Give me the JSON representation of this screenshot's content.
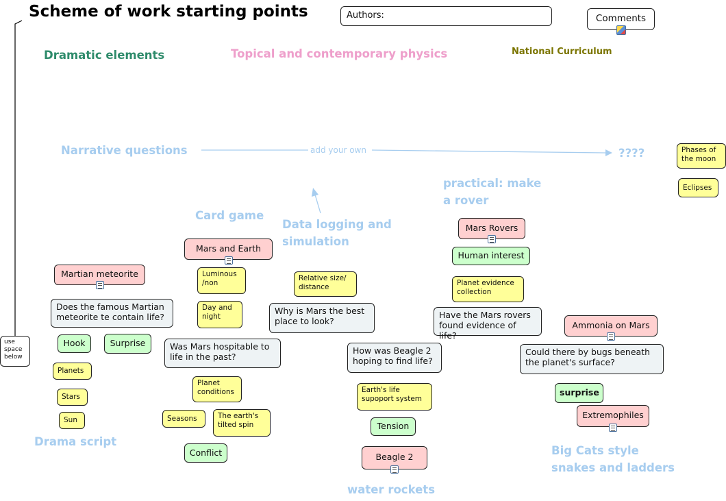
{
  "title": "Scheme of work starting points",
  "authors_label": "Authors:",
  "comments_label": "Comments",
  "side_note": "use space below",
  "headings": {
    "dramatic": "Dramatic elements",
    "topical": "Topical and contemporary physics",
    "national": "National Curriculum",
    "narrative": "Narrative questions",
    "unknown": "????",
    "card_game": "Card game",
    "data_logging_1": "Data logging and",
    "data_logging_2": "simulation",
    "practical_1": "practical: make",
    "practical_2": "a rover",
    "drama_script": "Drama script",
    "water_rockets": "water rockets",
    "big_cats_1": "Big Cats style",
    "big_cats_2": "snakes and ladders"
  },
  "arrow_label": "add your own",
  "topics": {
    "martian_meteorite": "Martian meteorite",
    "mars_and_earth": "Mars and Earth",
    "mars_rovers": "Mars Rovers",
    "ammonia": "Ammonia on Mars",
    "extremophiles": "Extremophiles",
    "beagle2": "Beagle 2"
  },
  "questions": {
    "q_meteorite": "Does the famous Martian meteorite te contain life?",
    "q_hospitable": "Was Mars hospitable to life in the past?",
    "q_best_place": "Why is Mars the best place  to look?",
    "q_beagle": "How was Beagle 2 hoping to find life?",
    "q_rovers": "Have the Mars rovers found evidence of life?",
    "q_bugs": "Could there by bugs beneath the planet's surface?"
  },
  "curriculum": {
    "phases": "Phases of the moon",
    "eclipses": "Eclipses",
    "luminous": "Luminous /non",
    "day_night": "Day and night",
    "relative_size": "Relative size/ distance",
    "planets": "Planets",
    "stars": "Stars",
    "sun": "Sun",
    "planet_conditions": "Planet conditions",
    "seasons": "Seasons",
    "tilted_spin": "The earth's tilted spin",
    "planet_evidence": "Planet evidence collection",
    "earth_life": "Earth's life supoport system"
  },
  "drama": {
    "hook": "Hook",
    "surprise": "Surprise",
    "conflict": "Conflict",
    "human_interest": "Human interest",
    "tension": "Tension",
    "surprise2": "surprise"
  },
  "icons": {
    "note": "note-icon",
    "comments": "palette-icon"
  }
}
